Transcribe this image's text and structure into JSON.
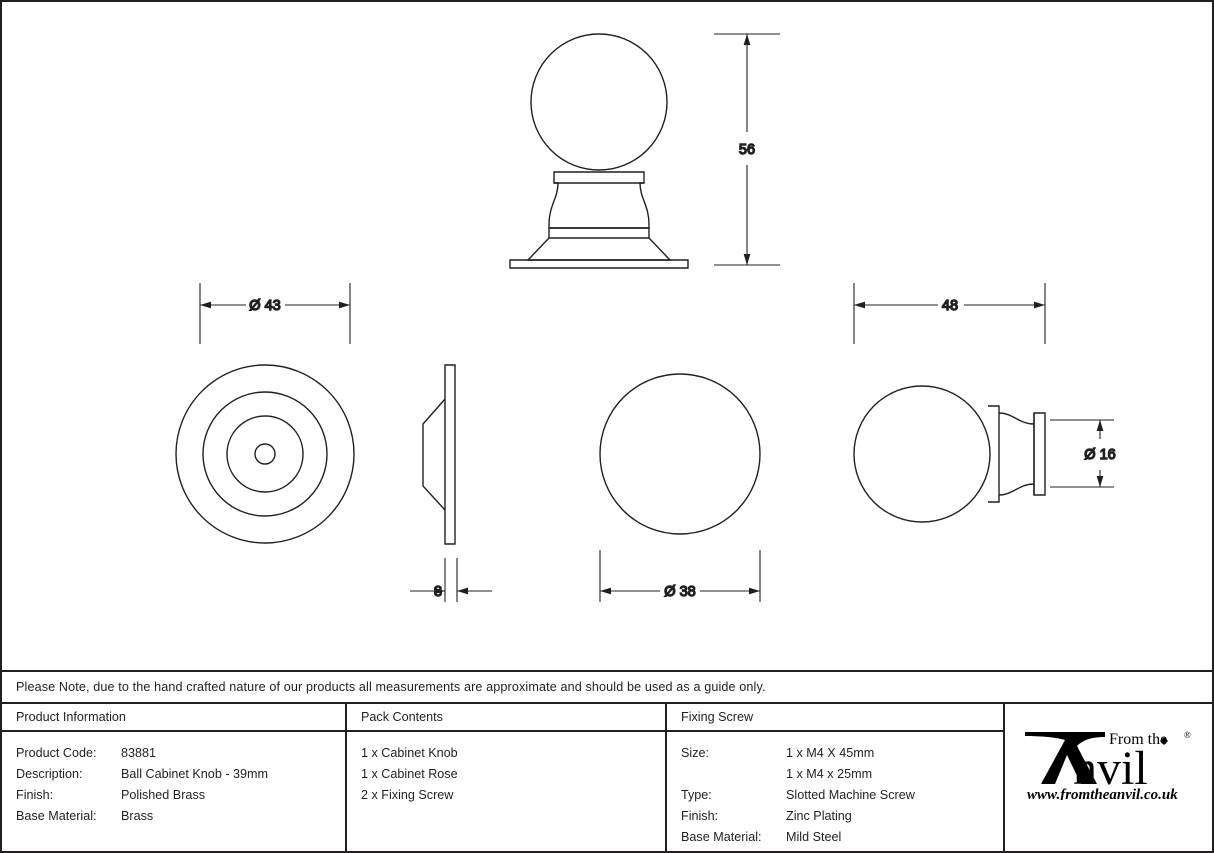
{
  "sheet": {
    "note": "Please Note, due to the hand crafted nature of our products all measurements are approximate and should be used as a guide only."
  },
  "dimensions": {
    "height_overall": "56",
    "rose_diameter": "Ø 43",
    "rose_thickness": "8",
    "ball_diameter": "Ø 38",
    "projection": "48",
    "stem_diameter": "Ø 16"
  },
  "views": [
    {
      "name": "elevation-knob-on-rose",
      "dimension": "56"
    },
    {
      "name": "rose-front-view",
      "dimension": "Ø 43"
    },
    {
      "name": "rose-side-profile",
      "dimension": "8"
    },
    {
      "name": "knob-front-view",
      "dimension": "Ø 38"
    },
    {
      "name": "knob-side-view",
      "dimension": "48"
    },
    {
      "name": "knob-stem",
      "dimension": "Ø 16"
    }
  ],
  "table": {
    "product_information": {
      "header": "Product Information",
      "rows": [
        {
          "label": "Product Code:",
          "value": "83881"
        },
        {
          "label": "Description:",
          "value": "Ball Cabinet Knob - 39mm"
        },
        {
          "label": "Finish:",
          "value": "Polished Brass"
        },
        {
          "label": "Base Material:",
          "value": "Brass"
        }
      ]
    },
    "pack_contents": {
      "header": "Pack Contents",
      "items": [
        "1 x Cabinet Knob",
        "1 x Cabinet Rose",
        "2 x Fixing Screw"
      ]
    },
    "fixing_screw": {
      "header": "Fixing Screw",
      "rows": [
        {
          "label": "Size:",
          "value": "1 x M4 X 45mm"
        },
        {
          "label": "",
          "value": "1 x M4 x 25mm"
        },
        {
          "label": "Type:",
          "value": "Slotted Machine Screw"
        },
        {
          "label": "Finish:",
          "value": "Zinc Plating"
        },
        {
          "label": "Base Material:",
          "value": "Mild Steel"
        }
      ]
    }
  },
  "logo": {
    "tagline": "From the",
    "brand": "Anvil",
    "registered": "®",
    "website": "www.fromtheanvil.co.uk"
  },
  "colors": {
    "line": "#231f20",
    "background": "#ffffff"
  }
}
